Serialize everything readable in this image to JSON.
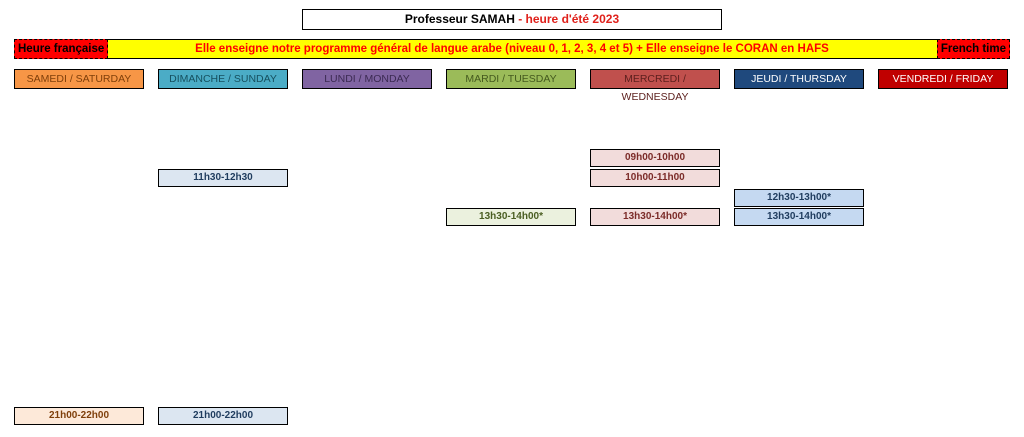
{
  "header": {
    "title_main": "Professeur SAMAH",
    "title_accent": " - heure d'été 2023"
  },
  "banner": {
    "left_tag": "Heure française",
    "text": "Elle enseigne notre programme général de langue arabe (niveau 0, 1, 2, 3, 4 et 5) + Elle enseigne le CORAN en HAFS",
    "right_tag": "French time"
  },
  "days": [
    {
      "label": "SAMEDI / SATURDAY",
      "color": "#f79646",
      "text_color": "#7f3f0a"
    },
    {
      "label": "DIMANCHE / SUNDAY",
      "color": "#4bacc6",
      "text_color": "#16505f"
    },
    {
      "label": "LUNDI / MONDAY",
      "color": "#8064a2",
      "text_color": "#3b2a52"
    },
    {
      "label": "MARDI / TUESDAY",
      "color": "#9bbb59",
      "text_color": "#455a1f"
    },
    {
      "label": "MERCREDI / WEDNESDAY",
      "color": "#c0504d",
      "text_color": "#5c1f1d"
    },
    {
      "label": "JEUDI / THURSDAY",
      "color": "#1f497d",
      "text_color": "#ffffff"
    },
    {
      "label": "VENDREDI / FRIDAY",
      "color": "#c00000",
      "text_color": "#ffffff"
    }
  ],
  "slots": {
    "wed_0900": "09h00-10h00",
    "wed_1000": "10h00-11h00",
    "sun_1130": "11h30-12h30",
    "thu_1230": "12h30-13h00*",
    "tue_1330": "13h30-14h00*",
    "wed_1330": "13h30-14h00*",
    "thu_1330": "13h30-14h00*",
    "sat_2100": "21h00-22h00",
    "sun_2100": "21h00-22h00"
  },
  "colors": {
    "sat_slot": "#fde9d9",
    "sun_slot": "#dce6f1",
    "tue_slot": "#ebf1de",
    "wed_slot": "#f2dcdb",
    "thu_slot": "#c5d9f1"
  }
}
